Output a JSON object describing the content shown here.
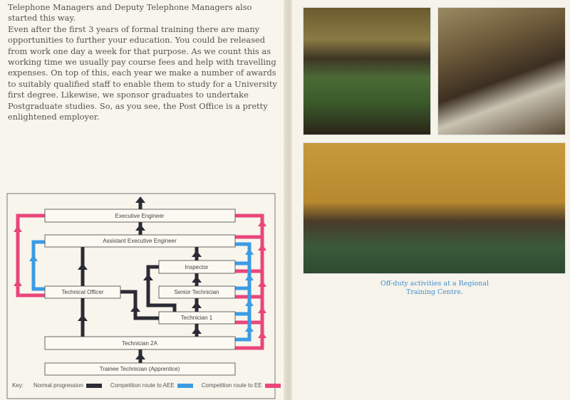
{
  "text": {
    "paragraph_1": "Telephone Managers and Deputy Telephone Managers also started this way.",
    "paragraph_2": "Even after the first 3 years of formal training there are many opportunities to further your education. You could be released from work one day a week for that purpose. As we count this as working time we usually pay course fees and help with travelling expenses. On top of this, each year we make a number of awards to suitably qualified staff to enable them to study for a University first degree. Likewise, we sponsor graduates to undertake Postgraduate studies. So, as you see, the Post Office is a pretty enlightened employer."
  },
  "diagram": {
    "boxes": {
      "executive_engineer": "Executive Engineer",
      "assistant_executive_engineer": "Assistant Executive Engineer",
      "inspector": "Inspector",
      "senior_technician": "Senior Technician",
      "technical_officer": "Technical Officer",
      "technician_1": "Technician 1",
      "technician_2a": "Technician 2A",
      "trainee_technician": "Trainee Technician (Apprentice)"
    },
    "key": {
      "label": "Key:",
      "normal": "Normal progression",
      "aee": "Competition route to AEE",
      "ee": "Competition route to EE"
    },
    "colors": {
      "normal": "#2b2b35",
      "aee": "#3c9be4",
      "ee": "#e9467c"
    }
  },
  "photos": {
    "caption": "Off-duty activities at a Regional Training Centre."
  }
}
